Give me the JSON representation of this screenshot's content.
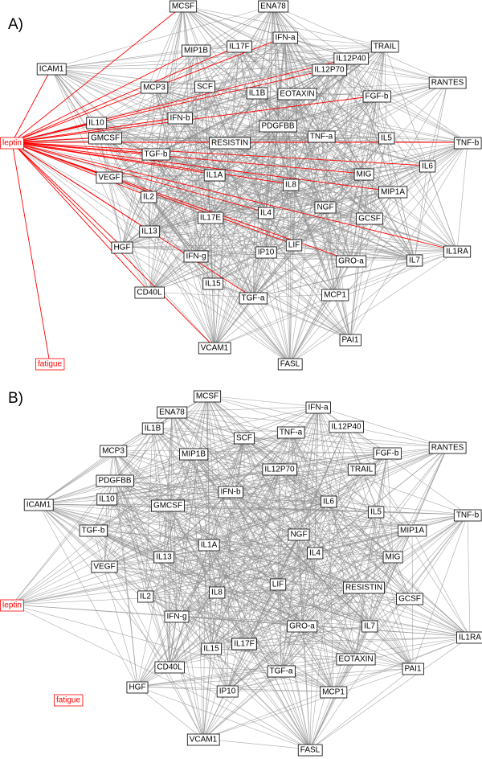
{
  "panels": [
    {
      "label": "A)",
      "edge_color": "#8c8c8c",
      "highlight_color": "#ff0000",
      "highlight_node": "leptin",
      "highlight_edge_targets": [
        "ICAM1",
        "MIP1B",
        "IFN-a",
        "IL17F",
        "MCSF",
        "IL12P40",
        "IL12P70",
        "IL10",
        "GMCSF",
        "IFN-b",
        "FGF-b",
        "TNF-b",
        "TGF-b",
        "IL6",
        "MIG",
        "MIP1A",
        "IL1A",
        "IL8",
        "VEGF",
        "IL2",
        "IL4",
        "IL17F",
        "LIF",
        "IL1RA",
        "GRO-a",
        "IL13",
        "HGF",
        "CD40L",
        "TGF-a",
        "VCAM1",
        "fatigue"
      ],
      "isolated_nodes": [
        "fatigue"
      ],
      "red_nodes": [
        "leptin",
        "fatigue"
      ],
      "nodes": [
        {
          "id": "MCSF"
        },
        {
          "id": "ENA78"
        },
        {
          "id": "IFN-a"
        },
        {
          "id": "IL17F"
        },
        {
          "id": "MIP1B"
        },
        {
          "id": "TRAIL"
        },
        {
          "id": "ICAM1"
        },
        {
          "id": "IL12P40"
        },
        {
          "id": "IL12P70"
        },
        {
          "id": "RANTES"
        },
        {
          "id": "MCP3"
        },
        {
          "id": "SCF"
        },
        {
          "id": "IL1B"
        },
        {
          "id": "EOTAXIN"
        },
        {
          "id": "FGF-b"
        },
        {
          "id": "IL10"
        },
        {
          "id": "IFN-b"
        },
        {
          "id": "PDGFBB"
        },
        {
          "id": "GMCSF"
        },
        {
          "id": "TNF-a"
        },
        {
          "id": "IL5"
        },
        {
          "id": "TNF-b"
        },
        {
          "id": "leptin"
        },
        {
          "id": "RESISTIN"
        },
        {
          "id": "TGF-b"
        },
        {
          "id": "IL6"
        },
        {
          "id": "VEGF"
        },
        {
          "id": "IL1A"
        },
        {
          "id": "MIG"
        },
        {
          "id": "IL8"
        },
        {
          "id": "MIP1A"
        },
        {
          "id": "IL2"
        },
        {
          "id": "IL4"
        },
        {
          "id": "NGF"
        },
        {
          "id": "GCSF"
        },
        {
          "id": "IL17E"
        },
        {
          "id": "IL13"
        },
        {
          "id": "LIF"
        },
        {
          "id": "HGF"
        },
        {
          "id": "IFN-g"
        },
        {
          "id": "IP10"
        },
        {
          "id": "IL1RA"
        },
        {
          "id": "GRO-a"
        },
        {
          "id": "IL7"
        },
        {
          "id": "IL15"
        },
        {
          "id": "CD40L"
        },
        {
          "id": "MCP1"
        },
        {
          "id": "TGF-a"
        },
        {
          "id": "PAI1"
        },
        {
          "id": "VCAM1"
        },
        {
          "id": "FASL"
        },
        {
          "id": "fatigue"
        }
      ]
    },
    {
      "label": "B)",
      "edge_color": "#8c8c8c",
      "highlight_color": "#ff0000",
      "isolated_nodes": [
        "fatigue"
      ],
      "red_nodes": [
        "leptin",
        "fatigue"
      ],
      "nodes": [
        {
          "id": "MCSF"
        },
        {
          "id": "IL17F"
        },
        {
          "id": "ENA78"
        },
        {
          "id": "IFN-a"
        },
        {
          "id": "IL1B"
        },
        {
          "id": "SCF"
        },
        {
          "id": "TNF-a"
        },
        {
          "id": "IL12P40"
        },
        {
          "id": "RANTES"
        },
        {
          "id": "MCP3"
        },
        {
          "id": "MIP1B"
        },
        {
          "id": "FGF-b"
        },
        {
          "id": "PDGFBB"
        },
        {
          "id": "IL12P70"
        },
        {
          "id": "TRAIL"
        },
        {
          "id": "ICAM1"
        },
        {
          "id": "IL10"
        },
        {
          "id": "IFN-b"
        },
        {
          "id": "GMCSF"
        },
        {
          "id": "IL6"
        },
        {
          "id": "IL5"
        },
        {
          "id": "TNF-b"
        },
        {
          "id": "TGF-b"
        },
        {
          "id": "MIP1A"
        },
        {
          "id": "NGF"
        },
        {
          "id": "IL1A"
        },
        {
          "id": "IL13"
        },
        {
          "id": "IL4"
        },
        {
          "id": "MIG"
        },
        {
          "id": "VEGF"
        },
        {
          "id": "RESISTIN"
        },
        {
          "id": "LIF"
        },
        {
          "id": "IL8"
        },
        {
          "id": "GCSF"
        },
        {
          "id": "leptin"
        },
        {
          "id": "IL2"
        },
        {
          "id": "IFN-g"
        },
        {
          "id": "GRO-a"
        },
        {
          "id": "IL7"
        },
        {
          "id": "IL1RA"
        },
        {
          "id": "IL15"
        },
        {
          "id": "IL17F"
        },
        {
          "id": "EOTAXIN"
        },
        {
          "id": "CD40L"
        },
        {
          "id": "PAI1"
        },
        {
          "id": "TGF-a"
        },
        {
          "id": "HGF"
        },
        {
          "id": "IP10"
        },
        {
          "id": "MCP1"
        },
        {
          "id": "fatigue"
        },
        {
          "id": "VCAM1"
        },
        {
          "id": "FASL"
        }
      ]
    }
  ]
}
